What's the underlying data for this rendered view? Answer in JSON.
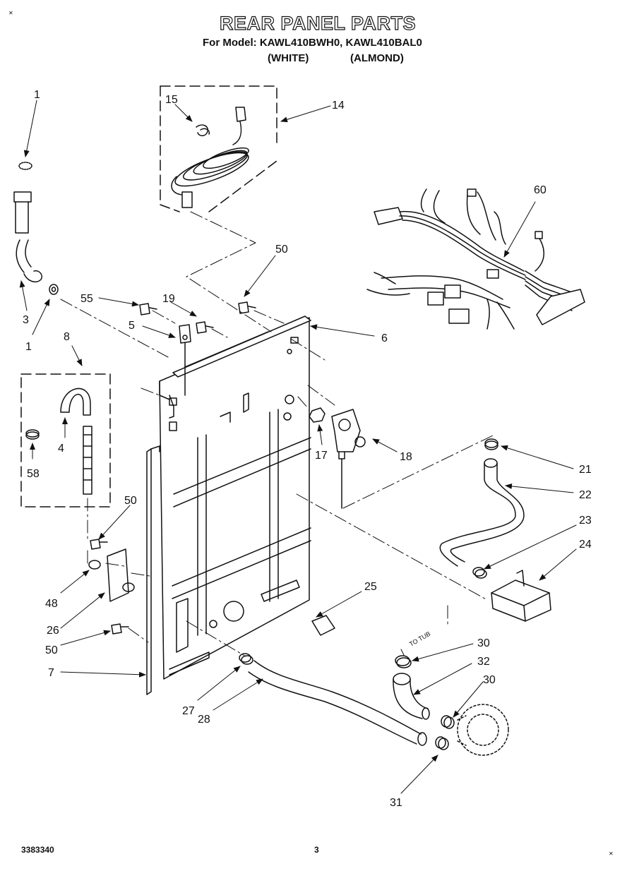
{
  "header": {
    "title": "REAR PANEL PARTS",
    "subtitle": "For Model: KAWL410BWH0, KAWL410BAL0",
    "variant_white": "(WHITE)",
    "variant_almond": "(ALMOND)"
  },
  "footer": {
    "document_number": "3383340",
    "page_number": "3"
  },
  "annotations": {
    "to_tub": "TO TUB"
  },
  "callouts": [
    {
      "id": "c-1a",
      "label": "1"
    },
    {
      "id": "c-1b",
      "label": "1"
    },
    {
      "id": "c-3",
      "label": "3"
    },
    {
      "id": "c-4",
      "label": "4"
    },
    {
      "id": "c-5",
      "label": "5"
    },
    {
      "id": "c-6",
      "label": "6"
    },
    {
      "id": "c-7",
      "label": "7"
    },
    {
      "id": "c-8",
      "label": "8"
    },
    {
      "id": "c-14",
      "label": "14"
    },
    {
      "id": "c-15",
      "label": "15"
    },
    {
      "id": "c-17",
      "label": "17"
    },
    {
      "id": "c-18",
      "label": "18"
    },
    {
      "id": "c-19",
      "label": "19"
    },
    {
      "id": "c-21",
      "label": "21"
    },
    {
      "id": "c-22",
      "label": "22"
    },
    {
      "id": "c-23",
      "label": "23"
    },
    {
      "id": "c-24",
      "label": "24"
    },
    {
      "id": "c-25",
      "label": "25"
    },
    {
      "id": "c-26",
      "label": "26"
    },
    {
      "id": "c-27",
      "label": "27"
    },
    {
      "id": "c-28",
      "label": "28"
    },
    {
      "id": "c-30a",
      "label": "30"
    },
    {
      "id": "c-30b",
      "label": "30"
    },
    {
      "id": "c-31",
      "label": "31"
    },
    {
      "id": "c-32",
      "label": "32"
    },
    {
      "id": "c-48",
      "label": "48"
    },
    {
      "id": "c-50a",
      "label": "50"
    },
    {
      "id": "c-50b",
      "label": "50"
    },
    {
      "id": "c-50c",
      "label": "50"
    },
    {
      "id": "c-55",
      "label": "55"
    },
    {
      "id": "c-58",
      "label": "58"
    },
    {
      "id": "c-60",
      "label": "60"
    }
  ]
}
